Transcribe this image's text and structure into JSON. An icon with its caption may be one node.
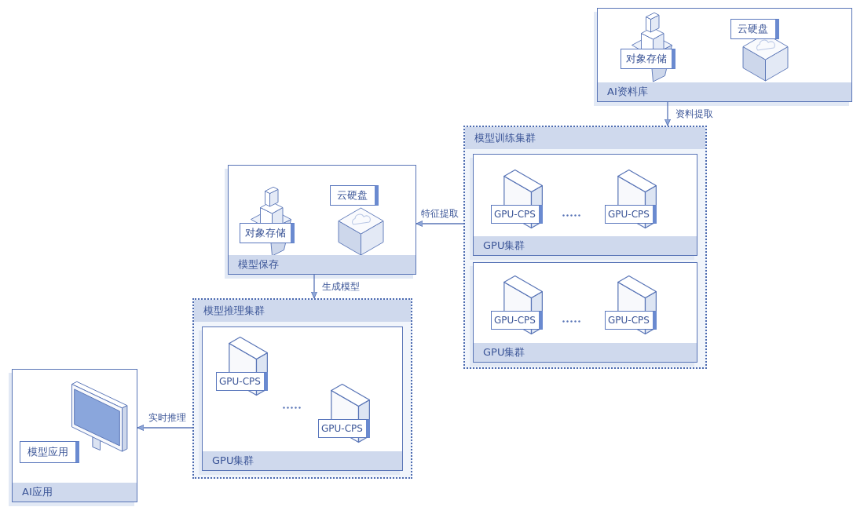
{
  "diagram": {
    "nodes": [
      {
        "text": [
          "AI资料库"
        ]
      },
      {
        "text": [
          "对象存储"
        ],
        "in": 0
      },
      {
        "text": [
          "云硬盘"
        ],
        "in": 0
      },
      {
        "text": [
          "模型训练集群"
        ]
      },
      {
        "text": [
          "GPU集群"
        ],
        "in": 3
      },
      {
        "text": [
          "GPU-CPS"
        ],
        "in": 4
      },
      {
        "text": [
          "GPU-CPS"
        ],
        "in": 4
      },
      {
        "text": [
          "GPU集群"
        ],
        "in": 3
      },
      {
        "text": [
          "GPU-CPS"
        ],
        "in": 7
      },
      {
        "text": [
          "GPU-CPS"
        ],
        "in": 7
      },
      {
        "text": [
          "模型保存"
        ]
      },
      {
        "text": [
          "对象存储"
        ],
        "in": 10
      },
      {
        "text": [
          "云硬盘"
        ],
        "in": 10
      },
      {
        "text": [
          "模型推理集群"
        ]
      },
      {
        "text": [
          "GPU集群"
        ],
        "in": 13
      },
      {
        "text": [
          "GPU-CPS"
        ],
        "in": 14
      },
      {
        "text": [
          "GPU-CPS"
        ],
        "in": 14
      },
      {
        "text": [
          "AI应用"
        ]
      },
      {
        "text": [
          "模型应用"
        ],
        "in": 17
      }
    ],
    "edges": [
      {
        "from": 0,
        "to": 3,
        "arrow": "to",
        "label": "资料提取"
      },
      {
        "from": 3,
        "to": 10,
        "arrow": "to",
        "label": "特征提取"
      },
      {
        "from": 10,
        "to": 13,
        "arrow": "to",
        "label": "生成模型"
      },
      {
        "from": 13,
        "to": 17,
        "arrow": "to",
        "label": "实时推理"
      }
    ]
  }
}
